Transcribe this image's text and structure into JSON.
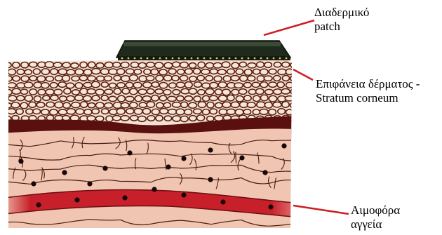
{
  "labels": {
    "patch": [
      "Διαδερμικό",
      "patch"
    ],
    "surface": [
      "Επιφάνεια δέρματος -",
      "Stratum corneum"
    ],
    "vessels": [
      "Αιμοφόρα",
      "αγγεία"
    ]
  },
  "colors": {
    "patch": "#1f2a1c",
    "patch_dots": "#e0c060",
    "corneum_bg": "#f2e0d2",
    "corneum_cell": "#5a1e0e",
    "dark_band": "#5b1010",
    "tissue_fill": "#f0c6b2",
    "tissue_line": "#4a1a12",
    "vessel": "#c8202a",
    "pointer": "#cc1f24"
  }
}
